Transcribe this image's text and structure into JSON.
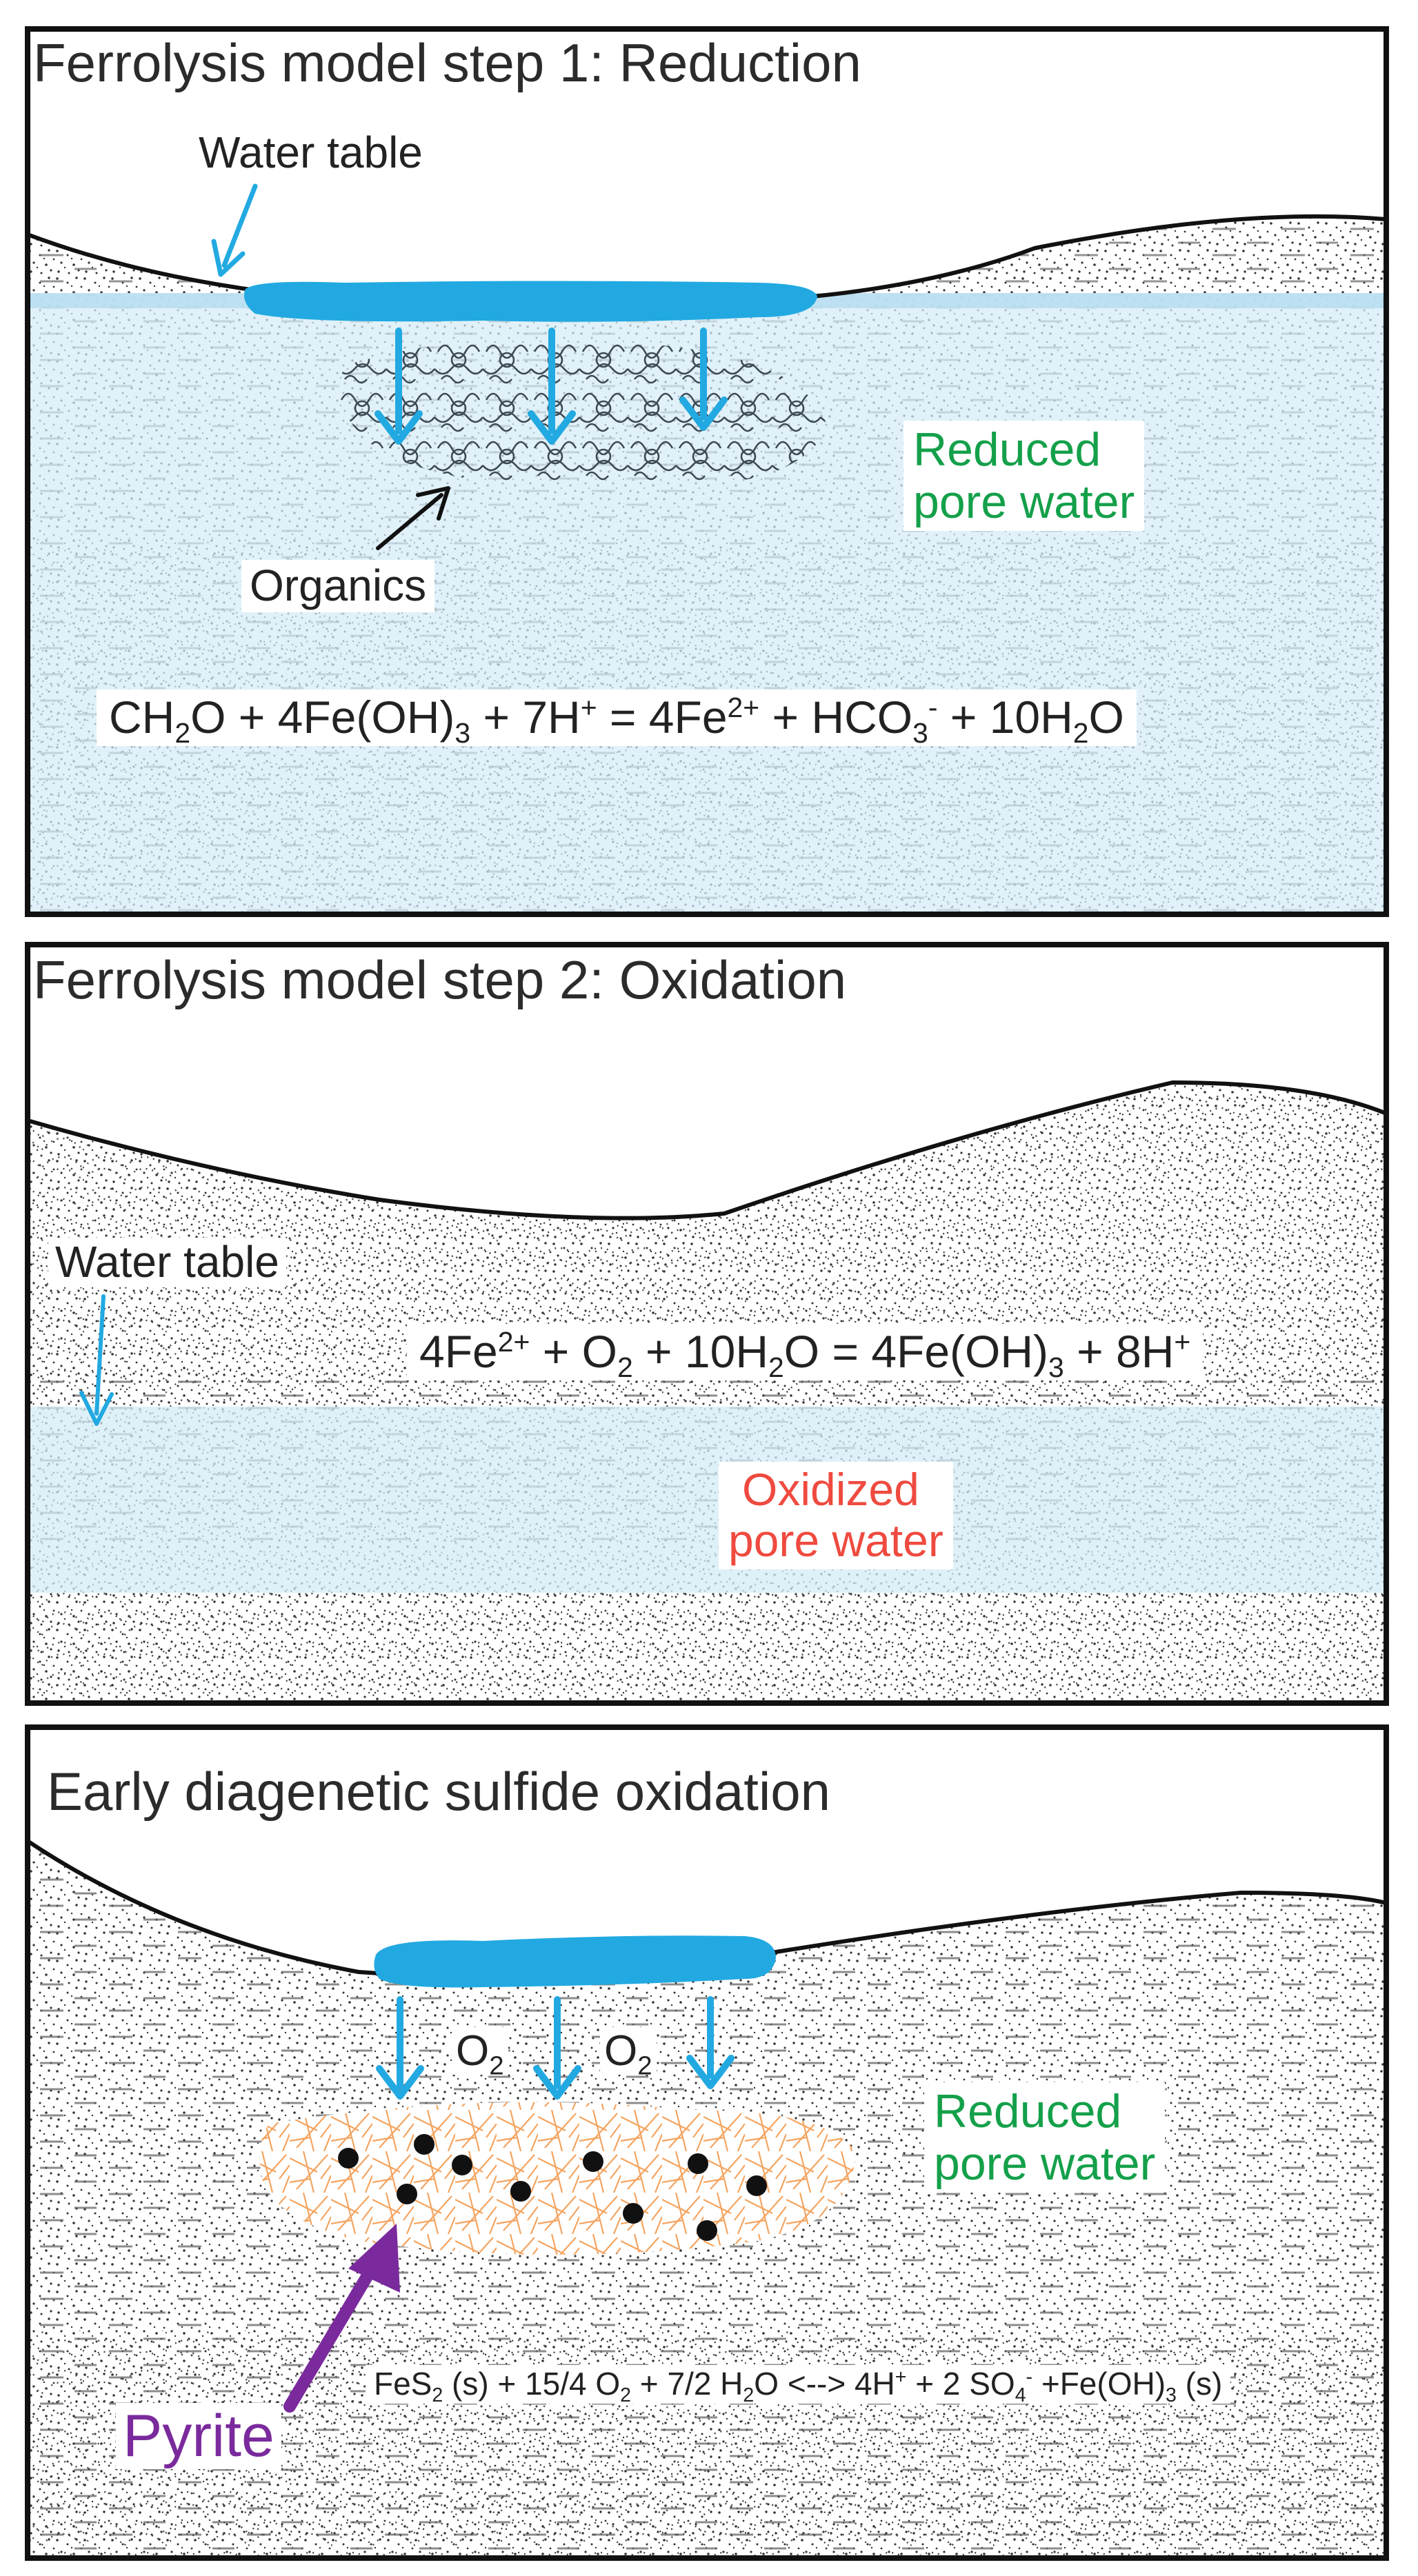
{
  "panel1": {
    "title": "Ferrolysis model step 1: Reduction",
    "water_table_label": "Water table",
    "reduced_label_line1": "Reduced",
    "reduced_label_line2": "pore water",
    "organics_label": "Organics",
    "equation": {
      "t1": "CH",
      "s1": "2",
      "t2": "O + 4Fe(OH)",
      "s2": "3",
      "t3": " + 7H",
      "p1": "+",
      "t4": " = 4Fe",
      "p2": "2+",
      "t5": " + HCO",
      "s3": "3",
      "p3": "-",
      "t6": " + 10H",
      "s4": "2",
      "t7": "O"
    }
  },
  "panel2": {
    "title": "Ferrolysis model step 2: Oxidation",
    "water_table_label": "Water table",
    "oxidized_label_line1": "Oxidized",
    "oxidized_label_line2": "pore water",
    "equation": {
      "t1": "4Fe",
      "p1": "2+",
      "t2": " + O",
      "s1": "2",
      "t3": " + 10H",
      "s2": "2",
      "t4": "O = 4Fe(OH)",
      "s3": "3",
      "t5": " + 8H",
      "p2": "+"
    }
  },
  "panel3": {
    "title": "Early diagenetic sulfide oxidation",
    "o2_base": "O",
    "o2_sub": "2",
    "reduced_label_line1": "Reduced",
    "reduced_label_line2": "pore water",
    "pyrite_label": "Pyrite",
    "equation": {
      "t1": "FeS",
      "s1": "2",
      "t2": " (s) + 15/4 O",
      "s2": "2",
      "t3": " + 7/2 H",
      "s3": "2",
      "t4": "O <--> 4H",
      "p1": "+",
      "t5": " + 2 SO",
      "s4": "4",
      "p2": "-",
      "t6": " +Fe(OH)",
      "s5": "3",
      "t7": " (s)"
    }
  },
  "colors": {
    "water_blue": "#22a9e1",
    "pore_water_tint": "#d4ecf6",
    "reduced_green": "#14a04a",
    "oxidized_red": "#ef4a3f",
    "pyrite_purple": "#7a2a9c",
    "iron_orange": "#f4a460",
    "outline": "#111111"
  },
  "icons": {
    "arrow": "down-arrow-icon",
    "pyrite": "pyrite-grain-icon"
  }
}
